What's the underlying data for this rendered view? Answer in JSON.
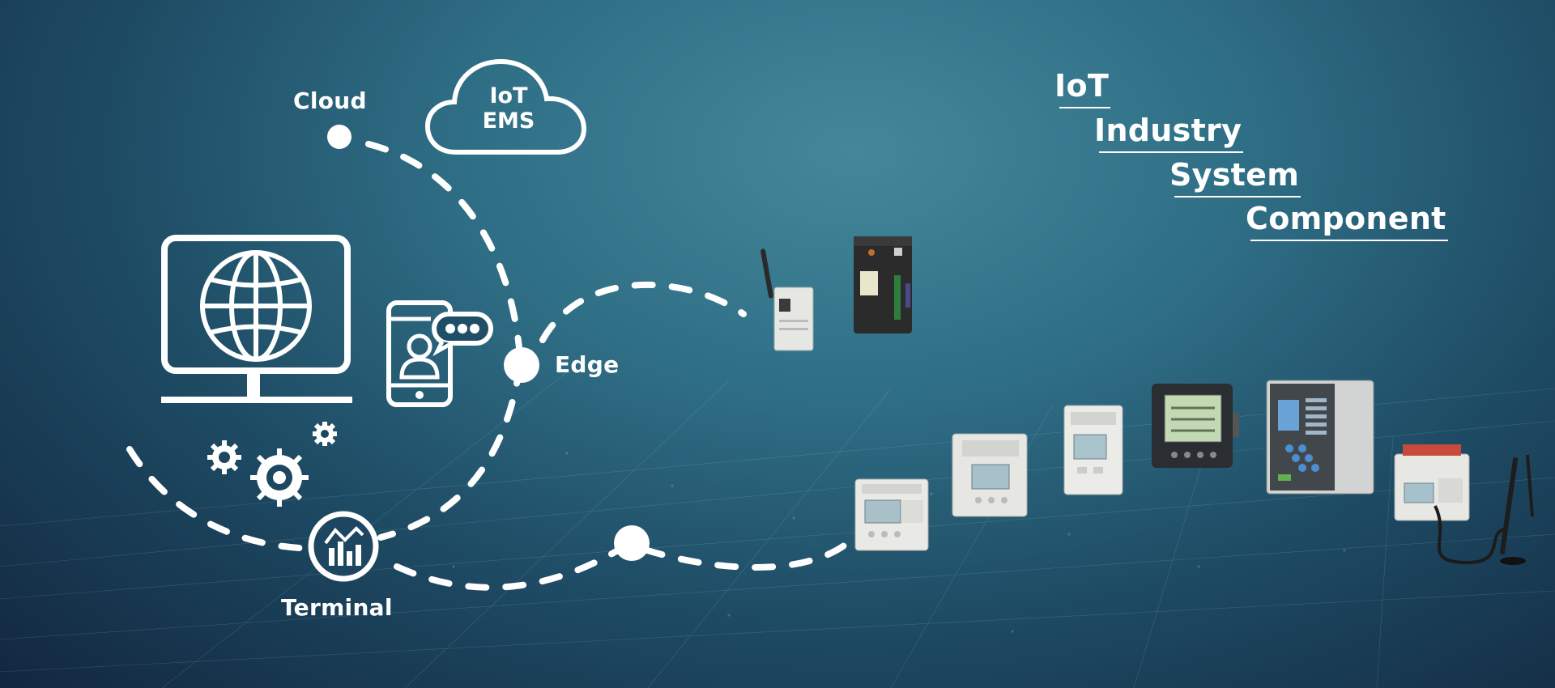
{
  "nodes": {
    "cloud": "Cloud",
    "edge": "Edge",
    "terminal": "Terminal"
  },
  "cloud_box": {
    "line1": "IoT",
    "line2": "EMS"
  },
  "hierarchy": [
    "IoT",
    "Industry",
    "System",
    "Component"
  ],
  "colors": {
    "line": "#ffffff",
    "bg_light": "#44879a",
    "bg_dark": "#12273f"
  },
  "icons": [
    "cloud-icon",
    "globe-monitor-icon",
    "phone-chat-icon",
    "gear-icon",
    "chart-icon",
    "antenna-icon"
  ]
}
